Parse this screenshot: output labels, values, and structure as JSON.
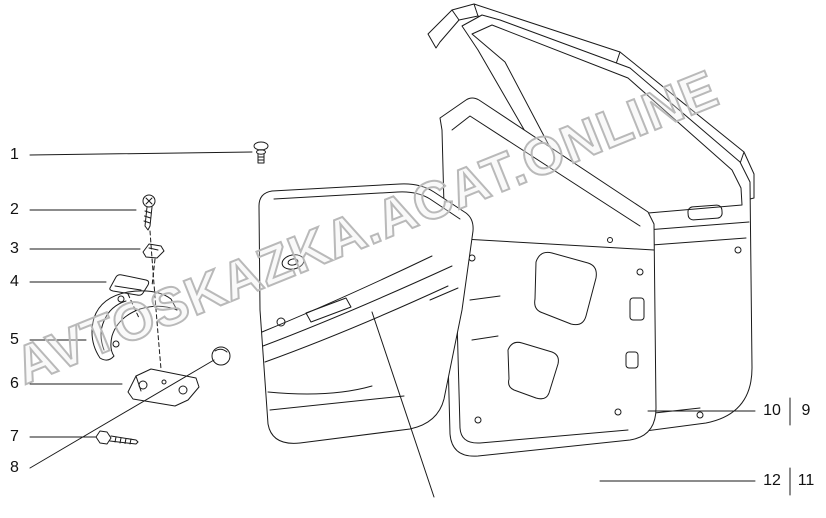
{
  "meta": {
    "background_color": "#ffffff",
    "line_color": "#1a1a1a",
    "watermark_color": "#b9b9b9"
  },
  "watermark": {
    "text": "AVTOSKAZKA.ACAT.ONLINE"
  },
  "callouts": {
    "left": [
      "1",
      "2",
      "3",
      "4",
      "5",
      "6",
      "7",
      "8"
    ],
    "right": [
      "10",
      "9",
      "12",
      "11"
    ]
  }
}
